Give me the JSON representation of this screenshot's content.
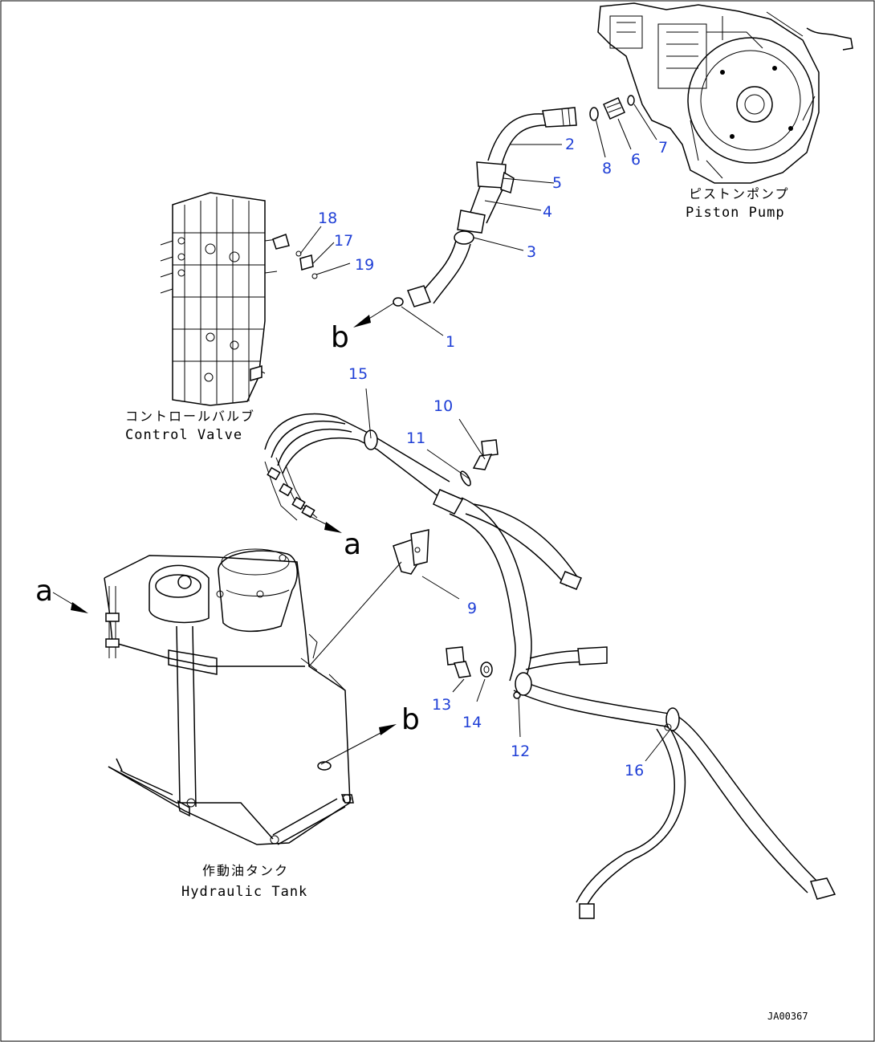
{
  "components": {
    "piston_pump": {
      "jp": "ピストンポンプ",
      "en": "Piston Pump"
    },
    "control_valve": {
      "jp": "コントロールバルブ",
      "en": "Control Valve"
    },
    "hydraulic_tank": {
      "jp": "作動油タンク",
      "en": "Hydraulic Tank"
    }
  },
  "callouts": [
    "1",
    "2",
    "3",
    "4",
    "5",
    "6",
    "7",
    "8",
    "9",
    "10",
    "11",
    "12",
    "13",
    "14",
    "15",
    "16",
    "17",
    "18",
    "19"
  ],
  "view_markers": {
    "a": "a",
    "b": "b"
  },
  "drawing_code": "JA00367",
  "colors": {
    "callout": "#1f3fd6",
    "line": "#000000"
  }
}
